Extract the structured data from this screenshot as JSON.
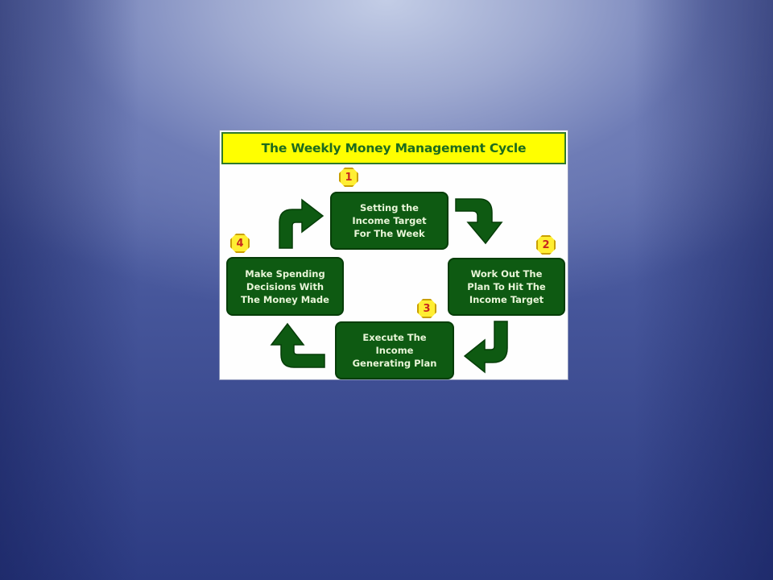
{
  "diagram": {
    "title": "The Weekly Money Management Cycle",
    "colors": {
      "title_bg": "#ffff00",
      "title_text": "#1d6b1d",
      "box_fill": "#0e5a12",
      "box_text": "#e8f5d8",
      "badge_fill": "#ffee33",
      "badge_text": "#c8281e",
      "arrow_fill": "#0e5a12",
      "background": "#3a4a94"
    },
    "steps": [
      {
        "number": "1",
        "label": "Setting the\nIncome Target\nFor The Week"
      },
      {
        "number": "2",
        "label": "Work Out The\nPlan To Hit The\nIncome Target"
      },
      {
        "number": "3",
        "label": "Execute The\nIncome\nGenerating Plan"
      },
      {
        "number": "4",
        "label": "Make Spending\nDecisions With\nThe Money Made"
      }
    ],
    "arrows": [
      {
        "from": "1",
        "to": "2",
        "icon": "curved-arrow-right-down"
      },
      {
        "from": "2",
        "to": "3",
        "icon": "curved-arrow-down-left"
      },
      {
        "from": "3",
        "to": "4",
        "icon": "curved-arrow-left-up"
      },
      {
        "from": "4",
        "to": "1",
        "icon": "curved-arrow-up-right"
      }
    ]
  }
}
